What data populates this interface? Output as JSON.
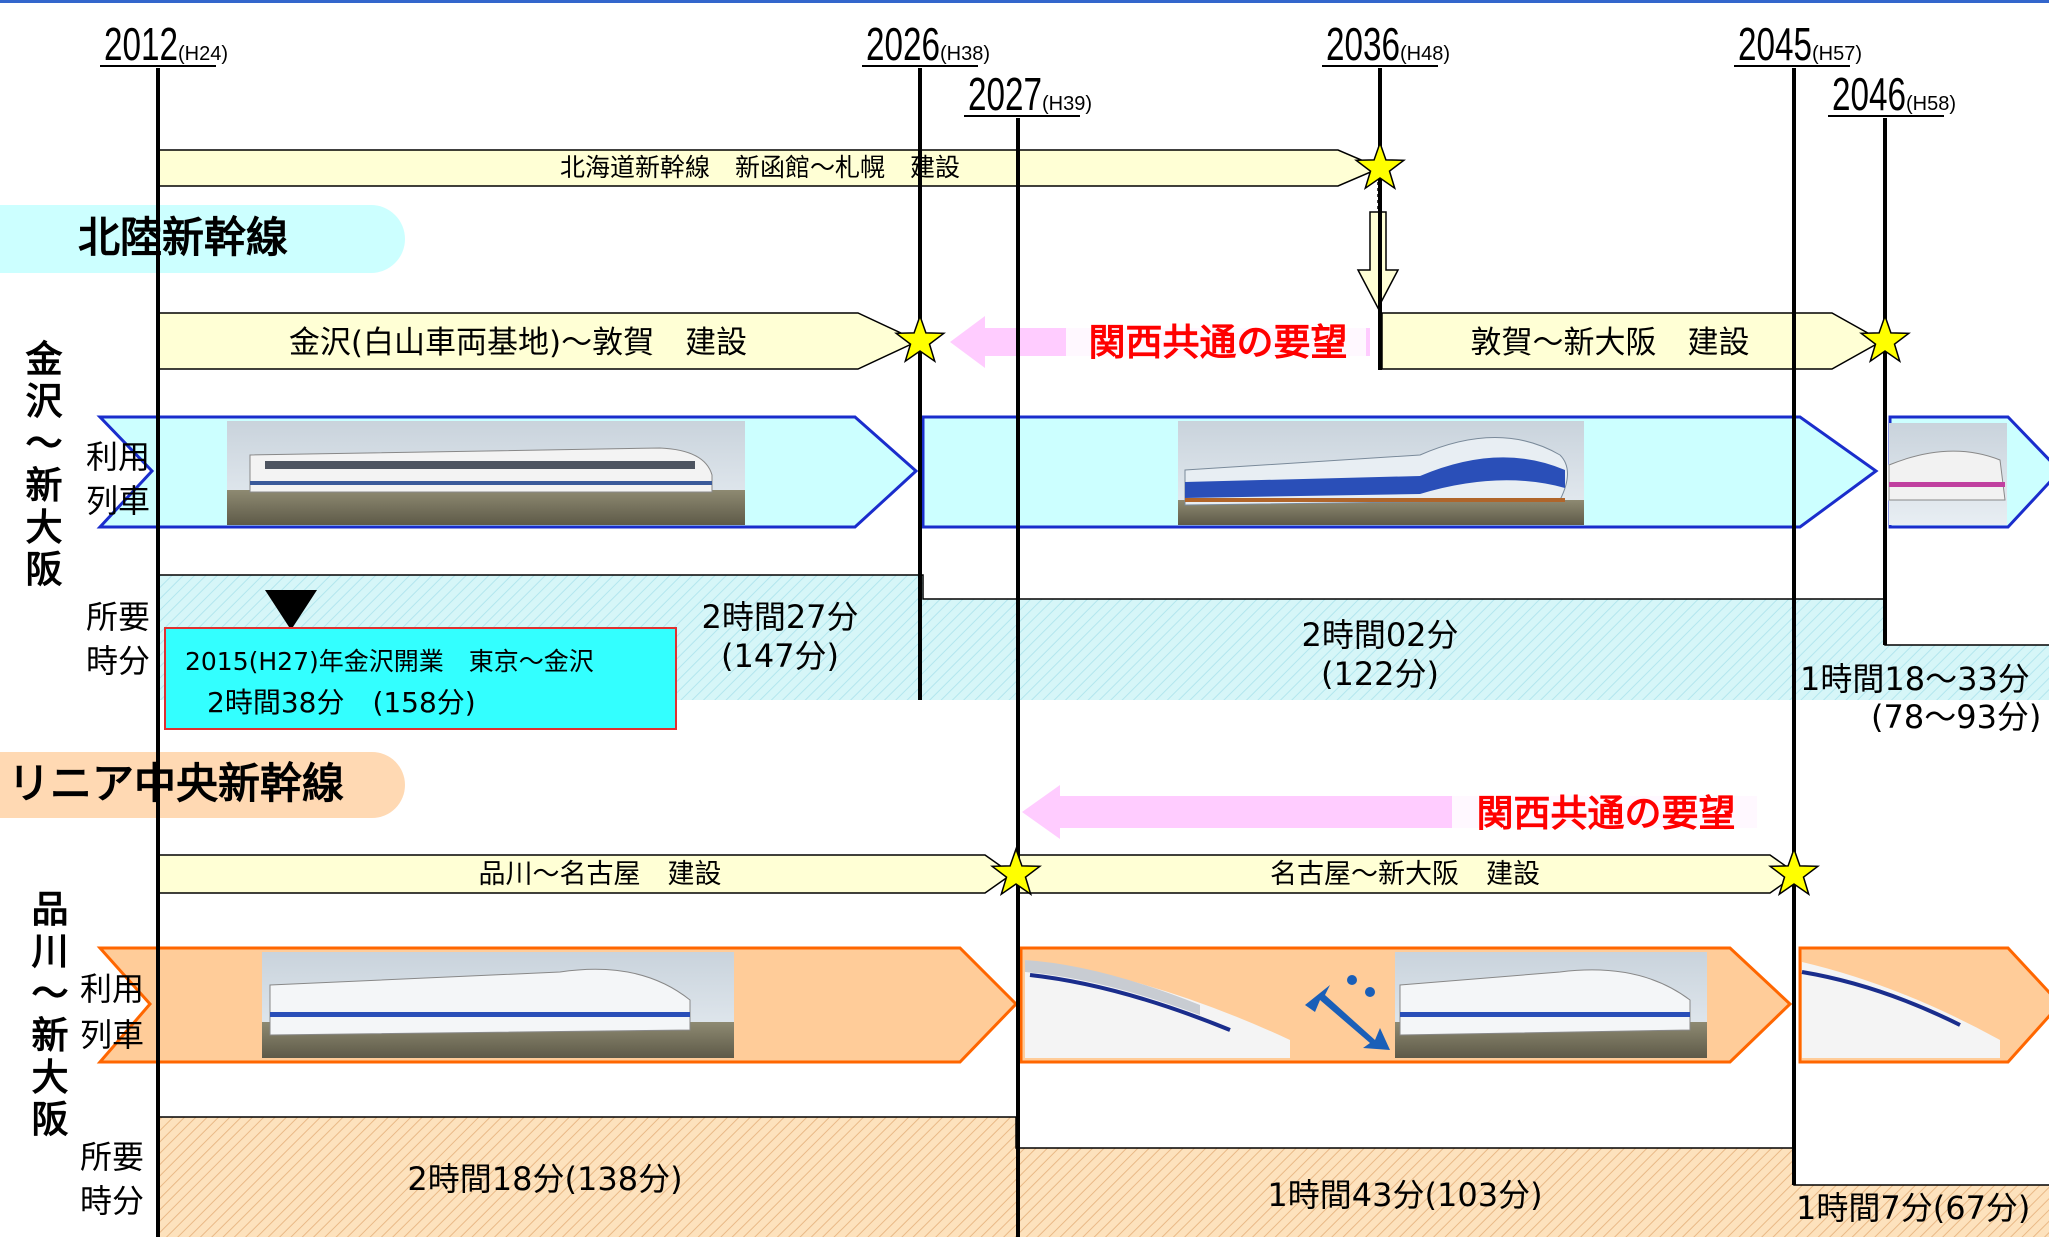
{
  "years": [
    {
      "year": "2012",
      "era": "(H24)"
    },
    {
      "year": "2026",
      "era": "(H38)"
    },
    {
      "year": "2027",
      "era": "(H39)"
    },
    {
      "year": "2036",
      "era": "(H48)"
    },
    {
      "year": "2045",
      "era": "(H57)"
    },
    {
      "year": "2046",
      "era": "(H58)"
    }
  ],
  "hokuriku": {
    "title": "北陸新幹線",
    "section": "金沢〜新大阪",
    "hokkaido_arrow": "北海道新幹線　新函館〜札幌　建設",
    "build1": "金沢(白山車両基地)〜敦賀　建設",
    "build2": "敦賀〜新大阪　建設",
    "request": "関西共通の要望",
    "train_label": "利用列車",
    "time_label": "所要時分",
    "time1": "2時間27分",
    "time1_min": "(147分)",
    "time2": "2時間02分",
    "time2_min": "(122分)",
    "time3": "1時間18〜33分",
    "time3_min": "(78〜93分)",
    "note1": "2015(H27)年金沢開業　東京〜金沢",
    "note2": "2時間38分　(158分)"
  },
  "linear": {
    "title": "リニア中央新幹線",
    "section": "品川〜新大阪",
    "request": "関西共通の要望",
    "build1": "品川〜名古屋　建設",
    "build2": "名古屋〜新大阪　建設",
    "train_label": "利用列車",
    "time_label": "所要時分",
    "time1": "2時間18分(138分)",
    "time2": "1時間43分(103分)",
    "time3": "1時間7分(67分)"
  },
  "colors": {
    "build_fill": "#ffffd5",
    "train_blue_fill": "#ccffff",
    "train_blue_stroke": "#1a2dcc",
    "train_orange_fill": "#ffcc99",
    "train_orange_stroke": "#ff6600",
    "request_text": "#ff0000",
    "request_arrow": "#ffccff",
    "hokuriku_pill": "#ccffff",
    "linear_pill": "#ffd9b3",
    "star": "#ffff00"
  }
}
